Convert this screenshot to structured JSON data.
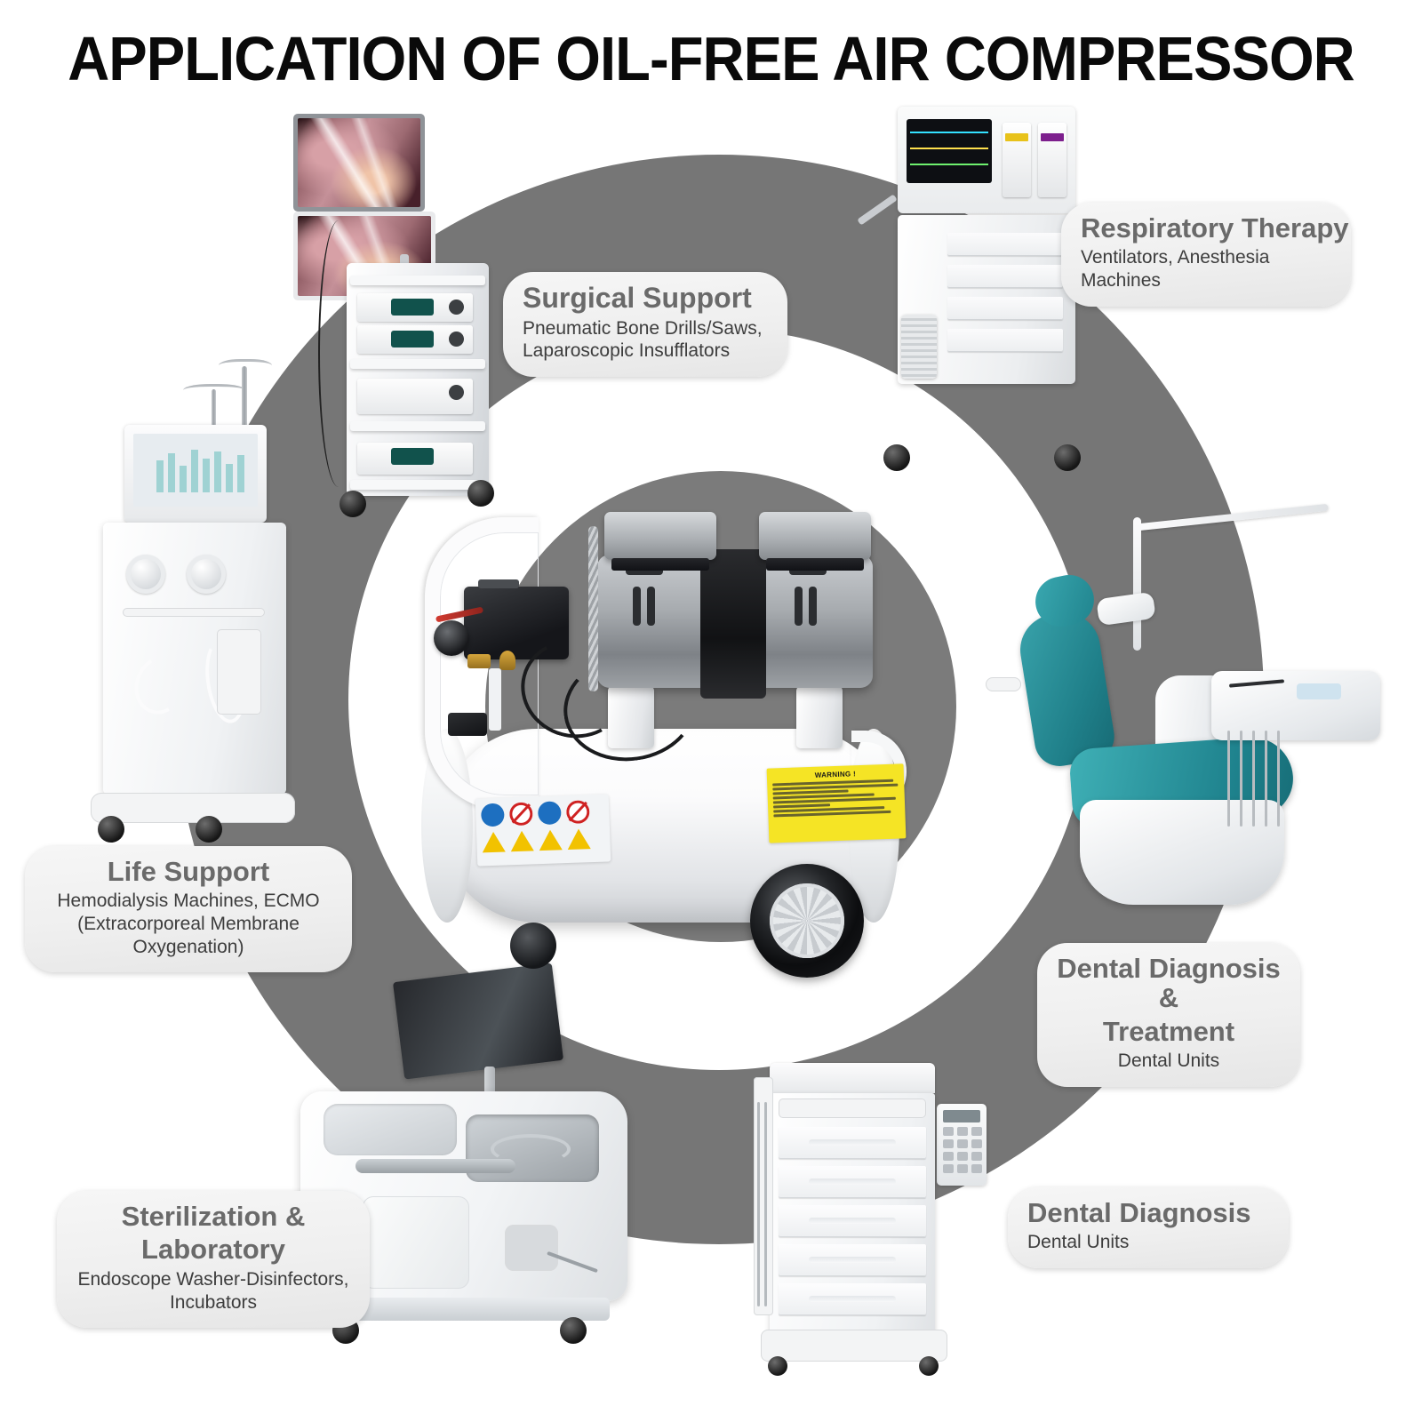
{
  "title": "APPLICATION OF OIL-FREE AIR COMPRESSOR",
  "colors": {
    "ring_gray": "#767676",
    "center_disc_gray": "#7b7b7b",
    "pill_bg": "#efefef",
    "pill_title_gray": "#6a6a6a",
    "pill_sub_gray": "#3d3d3d",
    "dental_chair_teal": "#1f838e",
    "warning_label_yellow": "#f5e425",
    "background": "#ffffff"
  },
  "callouts": [
    {
      "id": "surgical",
      "title": "Surgical Support",
      "subtitle": "Pneumatic Bone Drills/Saws,\nLaparoscopic Insufflators",
      "sub_line1": "Pneumatic Bone Drills/Saws,",
      "sub_line2": "Laparoscopic Insufflators",
      "align": "left"
    },
    {
      "id": "respiratory",
      "title": "Respiratory Therapy",
      "subtitle": "Ventilators, Anesthesia Machines",
      "sub_line1": "Ventilators, Anesthesia Machines",
      "sub_line2": "",
      "align": "left"
    },
    {
      "id": "dental_treatment",
      "title": "Dental Diagnosis & Treatment",
      "subtitle": "Dental Units",
      "sub_line1": "Dental Units",
      "sub_line2": "",
      "align": "center"
    },
    {
      "id": "dental_diagnosis",
      "title": "Dental Diagnosis",
      "subtitle": "Dental Units",
      "sub_line1": "Dental Units",
      "sub_line2": "",
      "align": "left"
    },
    {
      "id": "life_support",
      "title": "Life Support",
      "subtitle": "Hemodialysis Machines, ECMO\n(Extracorporeal Membrane Oxygenation)",
      "sub_line1": "Hemodialysis Machines, ECMO",
      "sub_line2": "(Extracorporeal Membrane Oxygenation)",
      "align": "center"
    },
    {
      "id": "sterilization",
      "title": "Sterilization & Laboratory",
      "subtitle": "Endoscope Washer-Disinfectors,\nIncubators",
      "sub_line1": "Endoscope Washer-Disinfectors,",
      "sub_line2": "Incubators",
      "align": "center"
    }
  ],
  "pills": {
    "surgical": {
      "title": "Surgical Support",
      "line1": "Pneumatic Bone Drills/Saws,",
      "line2": "Laparoscopic Insufflators"
    },
    "respiratory": {
      "title": "Respiratory Therapy",
      "line1": "Ventilators, Anesthesia Machines",
      "line2": ""
    },
    "dental_treatment": {
      "title_line1": "Dental Diagnosis &",
      "title_line2": "Treatment",
      "line1": "Dental Units"
    },
    "dental_diagnosis": {
      "title": "Dental Diagnosis",
      "line1": "Dental Units"
    },
    "life_support": {
      "title": "Life Support",
      "line1": "Hemodialysis Machines, ECMO",
      "line2": "(Extracorporeal Membrane Oxygenation)"
    },
    "sterilization": {
      "title_line1": "Sterilization &",
      "title_line2": "Laboratory",
      "line1": "Endoscope Washer-Disinfectors,",
      "line2": "Incubators"
    }
  },
  "center_product": {
    "name": "oil-free air compressor",
    "warning_label_heading": "WARNING !",
    "warning_label_color": "#f5e425"
  },
  "devices": [
    {
      "id": "surgical-tower",
      "name": "laparoscopic surgical tower with two endoscopy monitors"
    },
    {
      "id": "anesthesia-machine",
      "name": "anesthesia workstation with patient monitor and vaporizers"
    },
    {
      "id": "hemodialysis-machine",
      "name": "hemodialysis machine with touchscreen and IV pole"
    },
    {
      "id": "dental-chair-unit",
      "name": "dental chair unit with teal upholstery, operating light and instrument tray"
    },
    {
      "id": "dental-delivery-cart",
      "name": "mobile dental delivery cart with drawers and keypad"
    },
    {
      "id": "endoscope-washer",
      "name": "endoscope washer-disinfector with monitor"
    }
  ]
}
